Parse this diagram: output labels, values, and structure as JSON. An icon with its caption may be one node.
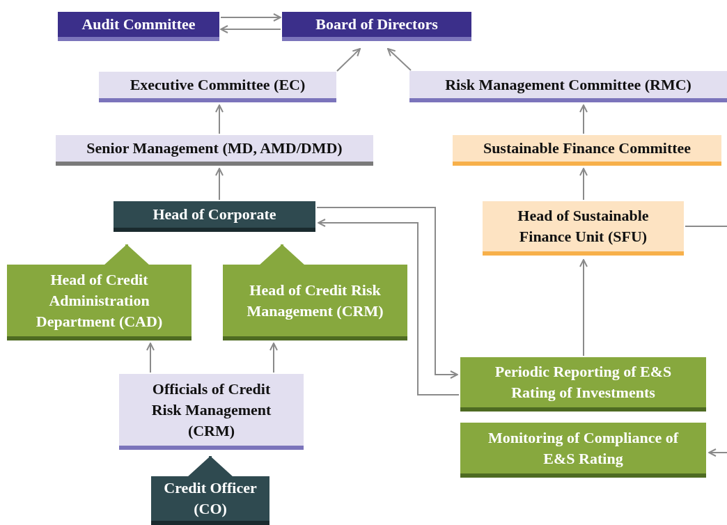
{
  "diagram": {
    "nodes": [
      {
        "text": [
          "Audit Committee"
        ]
      },
      {
        "text": [
          "Board of Directors"
        ]
      },
      {
        "text": [
          "Executive Committee (EC)"
        ]
      },
      {
        "text": [
          "Risk Management Committee (RMC)"
        ]
      },
      {
        "text": [
          "Senior Management (MD, AMD/DMD)"
        ]
      },
      {
        "text": [
          "Sustainable Finance Committee"
        ]
      },
      {
        "text": [
          "Head of Corporate"
        ]
      },
      {
        "text": [
          "Head of Sustainable Finance Unit (SFU)"
        ]
      },
      {
        "text": [
          "Head of Credit Administration Department (CAD)"
        ]
      },
      {
        "text": [
          "Head of Credit Risk Management (CRM)"
        ]
      },
      {
        "text": [
          "Officials of Credit Risk Management (CRM)"
        ]
      },
      {
        "text": [
          "Periodic Reporting of E&S Rating of Investments"
        ]
      },
      {
        "text": [
          "Monitoring of Compliance of E&S Rating"
        ]
      },
      {
        "text": [
          "Credit Officer (CO)"
        ]
      }
    ],
    "edges": [
      {
        "from": 0,
        "to": 1,
        "arrow": "to"
      },
      {
        "from": 1,
        "to": 0,
        "arrow": "to"
      },
      {
        "from": 2,
        "to": 1,
        "arrow": "to"
      },
      {
        "from": 3,
        "to": 1,
        "arrow": "to"
      },
      {
        "from": 4,
        "to": 2,
        "arrow": "to"
      },
      {
        "from": 5,
        "to": 3,
        "arrow": "to"
      },
      {
        "from": 6,
        "to": 4,
        "arrow": "to"
      },
      {
        "from": 7,
        "to": 5,
        "arrow": "to"
      },
      {
        "from": 11,
        "to": 7,
        "arrow": "to"
      },
      {
        "from": 8,
        "to": 6,
        "arrow": "to",
        "style": "thick",
        "color": "#87a83e"
      },
      {
        "from": 9,
        "to": 6,
        "arrow": "to",
        "style": "thick",
        "color": "#87a83e"
      },
      {
        "from": 10,
        "to": 8,
        "arrow": "to"
      },
      {
        "from": 10,
        "to": 9,
        "arrow": "to"
      },
      {
        "from": 13,
        "to": 10,
        "arrow": "to",
        "style": "thick",
        "color": "#2f4a50"
      },
      {
        "from": 6,
        "to": 11,
        "arrow": "to"
      },
      {
        "from": 11,
        "to": 6,
        "arrow": "to"
      },
      {
        "from": 7,
        "to": null,
        "arrow": "none"
      },
      {
        "from": null,
        "to": 12,
        "arrow": "to"
      }
    ]
  }
}
